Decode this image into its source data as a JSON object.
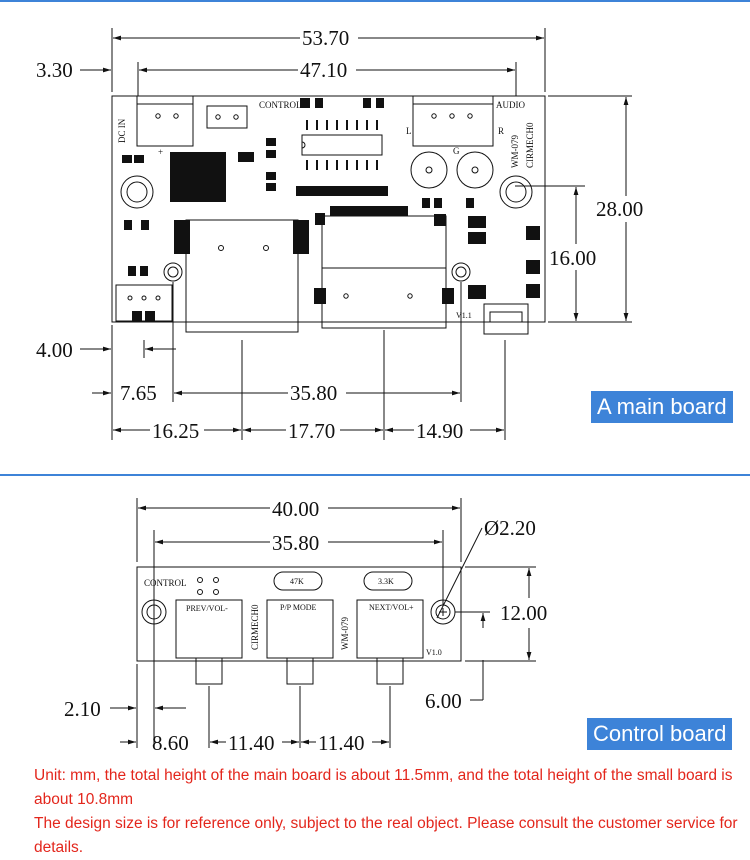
{
  "main_board": {
    "title": "A main board",
    "labels": {
      "dc_in": "DC IN",
      "control": "CONTROL",
      "audio": "AUDIO",
      "left": "L",
      "right": "R",
      "g": "G",
      "plus": "+",
      "model_1": "WM-079",
      "model_2": "CIRMECH0",
      "version": "V1.1"
    },
    "dimensions": {
      "overall_width": "53.70",
      "inner_width": "47.10",
      "left_offset": "3.30",
      "height": "28.00",
      "mount_height": "16.00",
      "bottom_offset": "4.00",
      "hole_offset": "7.65",
      "hole_span": "35.80",
      "seg_1": "16.25",
      "seg_2": "17.70",
      "seg_3": "14.90"
    }
  },
  "control_board": {
    "title": "Control board",
    "labels": {
      "control": "CONTROL",
      "prev": "PREV/VOL-",
      "pp": "P/P MODE",
      "next": "NEXT/VOL+",
      "r1": "47K",
      "r2": "3.3K",
      "model_1": "CIRMECH0",
      "model_2": "WM-079",
      "version": "V1.0"
    },
    "dimensions": {
      "overall_width": "40.00",
      "hole_span": "35.80",
      "hole_diameter": "Ø2.20",
      "height": "12.00",
      "hole_height": "6.00",
      "left_offset": "2.10",
      "first_button": "8.60",
      "spacing_1": "11.40",
      "spacing_2": "11.40"
    }
  },
  "notes": [
    "Unit: mm, the total height of the main board is about 11.5mm, and the total height of the small board is about 10.8mm",
    "The design size is for reference only, subject to the real object. Please consult the customer service for details."
  ]
}
